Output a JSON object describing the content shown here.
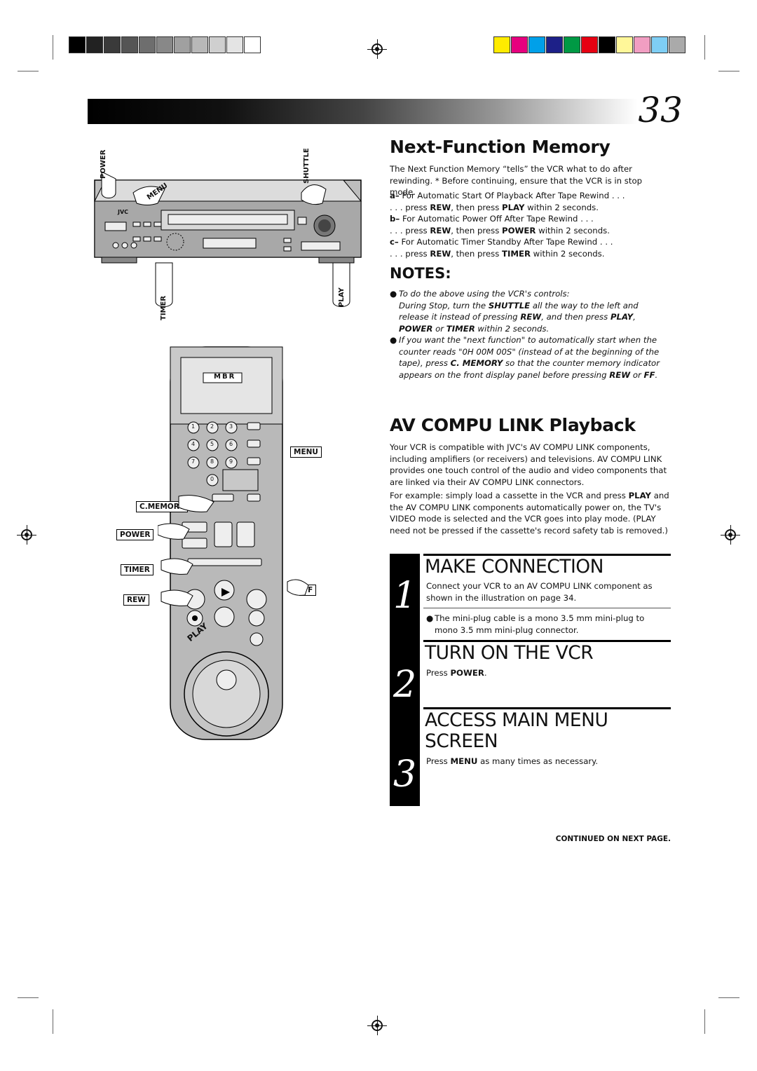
{
  "page_number": "33",
  "next_function": {
    "heading": "Next-Function Memory",
    "intro": "The Next Function Memory “tells” the VCR what to do after rewinding. * Before continuing, ensure that the VCR is in stop mode.",
    "items": [
      {
        "letter": "a–",
        "line1": "For Automatic Start Of Playback After Tape Rewind . . .",
        "pre": ". . . press ",
        "k1": "REW",
        "mid": ", then press ",
        "k2": "PLAY",
        "post": " within 2 seconds."
      },
      {
        "letter": "b–",
        "line1": "For Automatic Power Off After Tape Rewind . . .",
        "pre": ". . . press ",
        "k1": "REW",
        "mid": ", then press ",
        "k2": "POWER",
        "post": " within 2 seconds."
      },
      {
        "letter": "c–",
        "line1": "For Automatic Timer Standby After Tape Rewind . . .",
        "pre": ". . . press ",
        "k1": "REW",
        "mid": ", then press ",
        "k2": "TIMER",
        "post": " within 2 seconds."
      }
    ]
  },
  "notes": {
    "heading": "NOTES:",
    "note1_line1": "To do the above using the VCR's controls:",
    "note1": {
      "t1": "During Stop, turn the ",
      "k1": "SHUTTLE",
      "t2": " all the way to the left and release it instead of pressing ",
      "k2": "REW",
      "t3": ", and then press ",
      "k3": "PLAY",
      "t4": ", ",
      "k4": "POWER",
      "t5": " or ",
      "k5": "TIMER",
      "t6": " within 2 seconds."
    },
    "note2": {
      "t1": "If you want the \"next function\" to automatically start when the counter reads \"0H 00M 00S\" (instead of at the beginning of the tape), press ",
      "k1": "C. MEMORY",
      "t2": " so that the counter memory indicator appears on the front display panel before pressing ",
      "k2": "REW",
      "t3": " or ",
      "k3": "FF",
      "t4": "."
    }
  },
  "av_compu": {
    "heading": "AV COMPU LINK Playback",
    "para1": "Your VCR is compatible with JVC's AV COMPU LINK components, including amplifiers (or receivers) and televisions. AV COMPU LINK provides one touch control of the audio and video components that are linked via their AV COMPU LINK connectors.",
    "para2_a": "For example: simply load a cassette in the VCR and press ",
    "para2_k": "PLAY",
    "para2_b": " and the AV COMPU LINK components automatically power on, the TV's VIDEO mode is selected and the VCR goes into play mode. (PLAY need not be pressed if the cassette's record safety tab is removed.)"
  },
  "steps": [
    {
      "num": "1",
      "title": "MAKE CONNECTION",
      "text": "Connect your VCR to an AV COMPU LINK component as shown in the illustration on page 34.",
      "bullet": "The mini-plug cable is a mono 3.5 mm mini-plug to mono 3.5 mm mini-plug connector."
    },
    {
      "num": "2",
      "title": "TURN ON THE VCR",
      "text_a": "Press ",
      "key": "POWER",
      "text_b": "."
    },
    {
      "num": "3",
      "title_1": "ACCESS MAIN MENU",
      "title_2": "SCREEN",
      "text_a": "Press ",
      "key": "MENU",
      "text_b": " as many times as necessary."
    }
  ],
  "continued": "CONTINUED ON NEXT PAGE.",
  "vcr_labels": {
    "power": "POWER",
    "menu": "MENU",
    "shuttle": "SHUTTLE",
    "timer": "TIMER",
    "play": "PLAY",
    "brand": "JVC"
  },
  "remote_labels": {
    "menu": "MENU",
    "c_memory": "C.MEMORY",
    "power": "POWER",
    "timer": "TIMER",
    "rew": "REW",
    "ff": "FF",
    "play": "PLAY",
    "logo": "MBR",
    "digits": [
      "1",
      "2",
      "3",
      "4",
      "5",
      "6",
      "7",
      "8",
      "9",
      "0"
    ]
  },
  "colors": {
    "text": "#111111",
    "bar": "#000000"
  }
}
